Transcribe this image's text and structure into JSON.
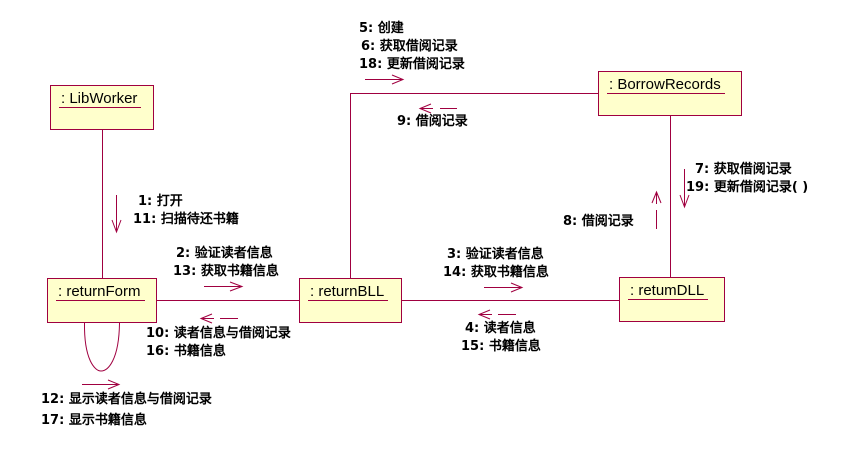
{
  "objects": {
    "libworker": ": LibWorker",
    "returnform": ": returnForm",
    "returnbll": ": returnBLL",
    "borrowrecords": ": BorrowRecords",
    "returndll": ": retumDLL"
  },
  "messages": {
    "m1": "1: 打开",
    "m11": "11: 扫描待还书籍",
    "m2": "2: 验证读者信息",
    "m13": "13: 获取书籍信息",
    "m10": "10: 读者信息与借阅记录",
    "m16": "16: 书籍信息",
    "m12": "12: 显示读者信息与借阅记录",
    "m17": "17: 显示书籍信息",
    "m5": "5: 创建",
    "m6": "6: 获取借阅记录",
    "m18": "18: 更新借阅记录",
    "m9": "9: 借阅记录",
    "m3": "3: 验证读者信息",
    "m14": "14: 获取书籍信息",
    "m4": "4: 读者信息",
    "m15": "15: 书籍信息",
    "m7": "7: 获取借阅记录",
    "m19": "19: 更新借阅记录( )",
    "m8": "8: 借阅记录"
  },
  "colors": {
    "line": "#a00040",
    "box_fill": "#ffffcc"
  }
}
